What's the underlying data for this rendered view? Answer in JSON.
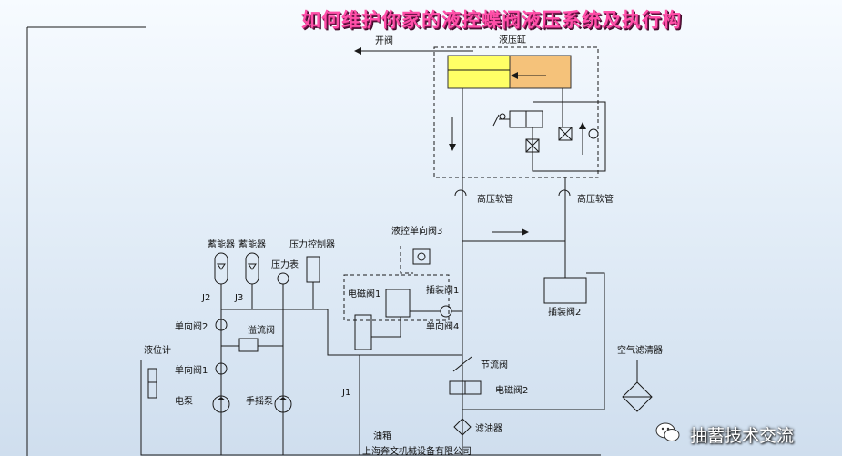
{
  "title": "如何维护你家的液控蝶阀液压系统及执行构",
  "labels": {
    "open_valve": "开阀",
    "cylinder": "液压缸",
    "hose_1": "高压软管",
    "hose_2": "高压软管",
    "pilot_check_3": "液控单向阀3",
    "accumulator_1": "蓄能器",
    "accumulator_2": "蓄能器",
    "pressure_switch": "压力控制器",
    "pressure_gauge": "压力表",
    "j2": "J2",
    "j3": "J3",
    "solenoid_1": "电磁阀1",
    "cartridge_1": "插装阀1",
    "check_4": "单向阀4",
    "cartridge_2": "插装阀2",
    "check_2": "单向阀2",
    "relief": "溢流阀",
    "level_gauge": "液位计",
    "check_1": "单向阀1",
    "motor_pump": "电泵",
    "hand_pump": "手摇泵",
    "j1": "J1",
    "throttle": "节流阀",
    "solenoid_2": "电磁阀2",
    "air_filter": "空气滤清器",
    "tank": "油箱",
    "oil_filter": "滤油器",
    "footer": "上海奔文机械设备有限公司",
    "watermark": "抽蓄技术交流"
  },
  "colors": {
    "title": "#ff4fa8",
    "cylinder_left": "#ffff66",
    "cylinder_right": "#f5c27a",
    "background": "#e4eef8"
  }
}
